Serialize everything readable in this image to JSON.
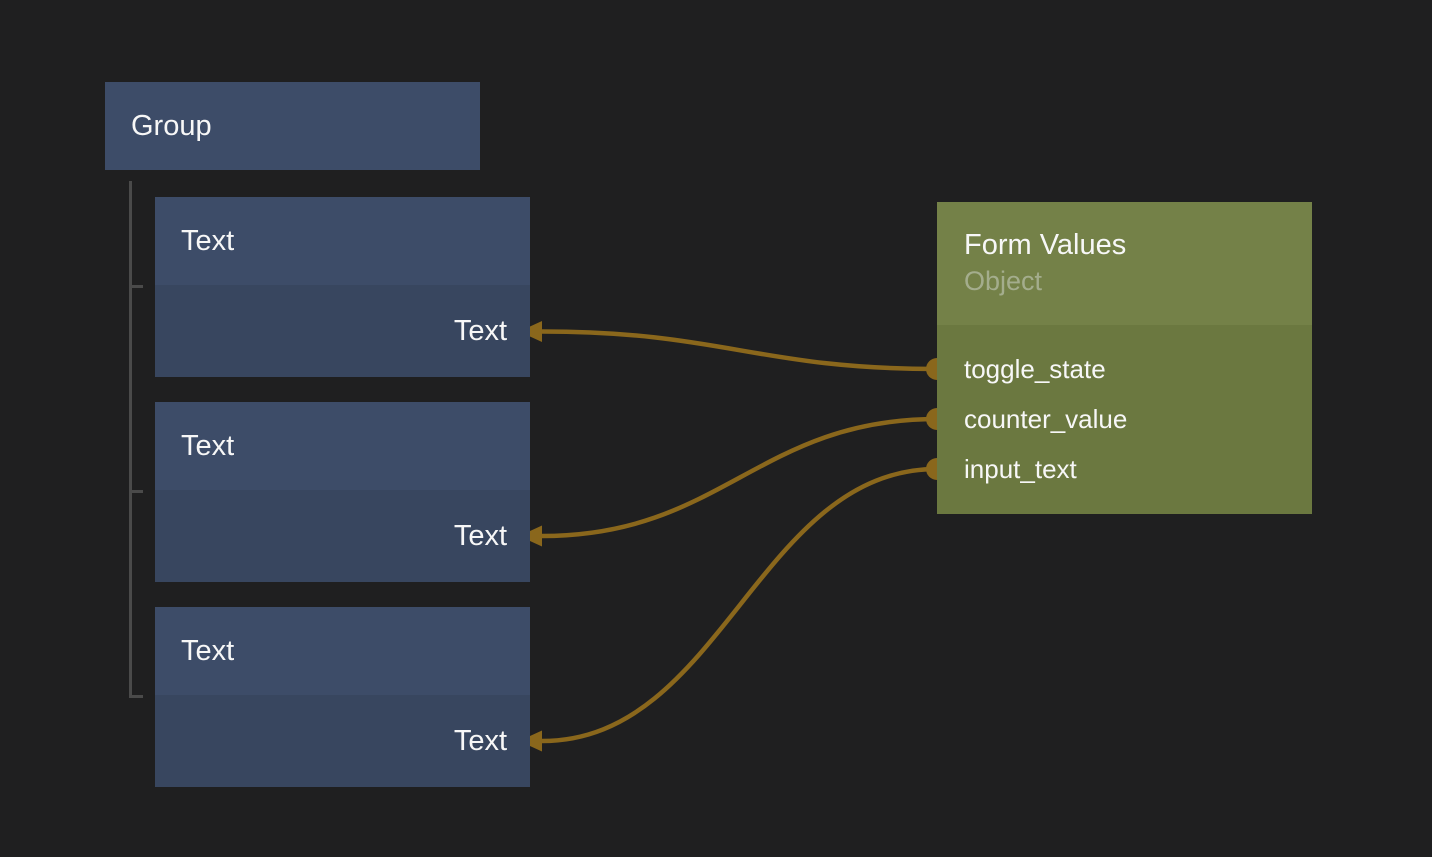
{
  "colors": {
    "background": "#1f1f20",
    "node-blue-header": "#3d4c68",
    "node-blue-body": "#38465f",
    "node-green-header": "#748148",
    "node-green-body": "#6b7840",
    "wire": "#8a671c",
    "tree-line": "#4a4a4a",
    "text-primary": "#f7f7f7",
    "text-subtitle": "#a4ad8d"
  },
  "group_node": {
    "title": "Group"
  },
  "text_nodes": [
    {
      "title": "Text",
      "port_label": "Text"
    },
    {
      "title": "Text",
      "port_label": "Text"
    },
    {
      "title": "Text",
      "port_label": "Text"
    }
  ],
  "form_values_node": {
    "title": "Form Values",
    "subtitle": "Object",
    "outputs": [
      "toggle_state",
      "counter_value",
      "input_text"
    ]
  },
  "connections": [
    {
      "from": "toggle_state",
      "to": "text-node-1-input"
    },
    {
      "from": "counter_value",
      "to": "text-node-2-input"
    },
    {
      "from": "input_text",
      "to": "text-node-3-input"
    }
  ]
}
